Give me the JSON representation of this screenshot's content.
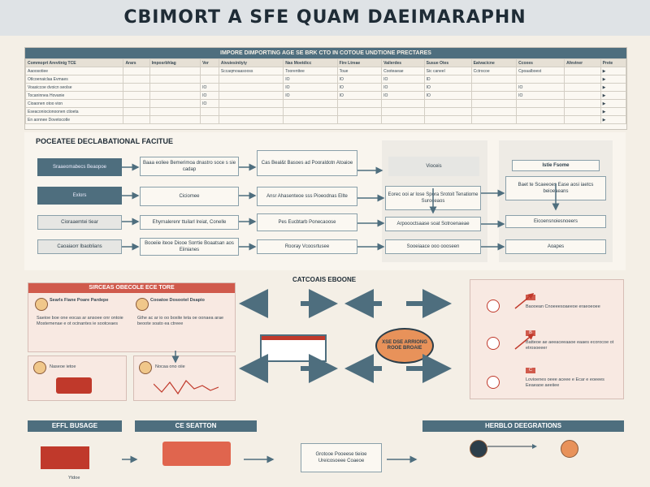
{
  "header": {
    "title": "CBIMORT A SFE QUAM DAEIMARAPHN"
  },
  "table": {
    "bar_title": "IMPORE DIMPORTING AGE SE BRK CTO IN COTOUE UNDTIONE PRECTARES",
    "headers": [
      "Commoprt Arevtinig TCE",
      "Arars",
      "Imposrbhlag",
      "Ver",
      "Aivuiesiniiyiy",
      "Nas Moetdicc",
      "Fire Ltreae",
      "Vailerdes",
      "Susue Otes",
      "Eatvacicne",
      "Ccoxes",
      "Afeviner",
      "Prete"
    ],
    "rows": [
      [
        "Aaoosotiee",
        "",
        "",
        "",
        "Sccaqmoaasooss",
        "Toorenttee",
        "Toue",
        "Cooteaeae",
        "Sic caneel",
        "Cctrocoe",
        "Cpoaalboest",
        ""
      ],
      [
        "Otlcoenaiclaa Evmaes",
        "",
        "",
        "",
        "",
        "IO",
        "IO",
        "IO",
        "ID",
        "",
        "",
        ""
      ],
      [
        "Voasiccoe dvoicn seolse",
        "",
        "",
        "IO",
        "",
        "IO",
        "IO",
        "IO",
        "IO",
        "",
        "IO",
        ""
      ],
      [
        "Tocaninnea Hovanie",
        "",
        "",
        "IO",
        "",
        "IO",
        "IO",
        "IO",
        "IO",
        "",
        "IO",
        ""
      ],
      [
        "Cioaonen otoo vion",
        "",
        "",
        "IO",
        "",
        "",
        "",
        "",
        "",
        "",
        "",
        ""
      ],
      [
        "Eseaconiocionoonen ctioeta",
        "",
        "",
        "",
        "",
        "",
        "",
        "",
        "",
        "",
        "",
        ""
      ],
      [
        "En aonnee Dovetocotle",
        "",
        "",
        "",
        "",
        "",
        "",
        "",
        "",
        "",
        "",
        ""
      ]
    ]
  },
  "flow": {
    "title": "POCEATEE DECLABATIONAL FACITUE",
    "left": [
      "Sraaeomabecs Beaopoe",
      "Exlors",
      "Cioraaemtei tiear",
      "Caoaiaorr Ibaoblians"
    ],
    "col2": [
      "Baaa eoliee Bemerimoa dnastro soce s sie cadap",
      "Ciciomee",
      "Ehyrnalerenr ttuilarl Ireiat, Conelle",
      "Booeiie iteoe Diooe Sorrtie Boaatsan aos Eiinianes"
    ],
    "col3": [
      "Cas Beal&t Basoes ad Pooraldotn Atoaioe",
      "Ansr Ahasenteoe sss Pioeodnas Ellte",
      "Pes Eucbtarb Ponecaoose",
      "Rooray Vcoosrtusee"
    ],
    "col4": [
      "Vioceis",
      "Eorec ooi ar lose Spora Srotoit Tenatiome Suroceaos",
      "Arpoooctsaase soat Sotroenaeae",
      "Sooeiaace ooo oooseen"
    ],
    "col5": [
      "Istie Fsome",
      "Baet te Scaeeoes Ease aosi iaetcs beioeaeans",
      "Eicoensnoiesnoeers",
      "Aoapes"
    ]
  },
  "cases": {
    "title": "CATCOAIS EBOONE",
    "left_panel_title": "SIRCEAS OBECOLE ECE TORE",
    "left_items": [
      {
        "head": "Searls Fiane Poare Pardepe",
        "body": "Saeioe boe one eocas ar ansoee onr ontoie Mostemenae e ot ocinantes ie sootceaes"
      },
      {
        "head": "Cooatoe Dosootel Dsapio",
        "body": "Gthe ac ar io oo boxite teta oe oonaea arae beoote soato ea ctreee"
      }
    ],
    "left_lower": [
      "Naseoe ietoe",
      "Nocaa ono oiie"
    ],
    "center_badge": "XSE DSE ARRIONG ROOE BROAIE",
    "right_items": [
      {
        "num": "A",
        "body": "Baooean Cnoeeesoaeeoe eraeoeoee"
      },
      {
        "num": "B",
        "body": "Batteoe ae aeeaceeaaoe eaaes ecorocoe ot etrosoeeer"
      },
      {
        "num": "C",
        "body": "Lovioenes oeee aceee e Ecar e eoeees Eeaeaoe aeeiiee"
      }
    ]
  },
  "bottom": {
    "h1": "EFFL BUSAGE",
    "h2": "CE SEATTON",
    "h3": "HERBLO DEEGRATIONS",
    "b_label": "Ytdoe",
    "card": "Grotooe Pooeese tieioe Ureicosoeee Coaeoe"
  },
  "colors": {
    "accent": "#4e6e7e",
    "alert": "#d05a4c",
    "bg": "#f4efe6"
  }
}
